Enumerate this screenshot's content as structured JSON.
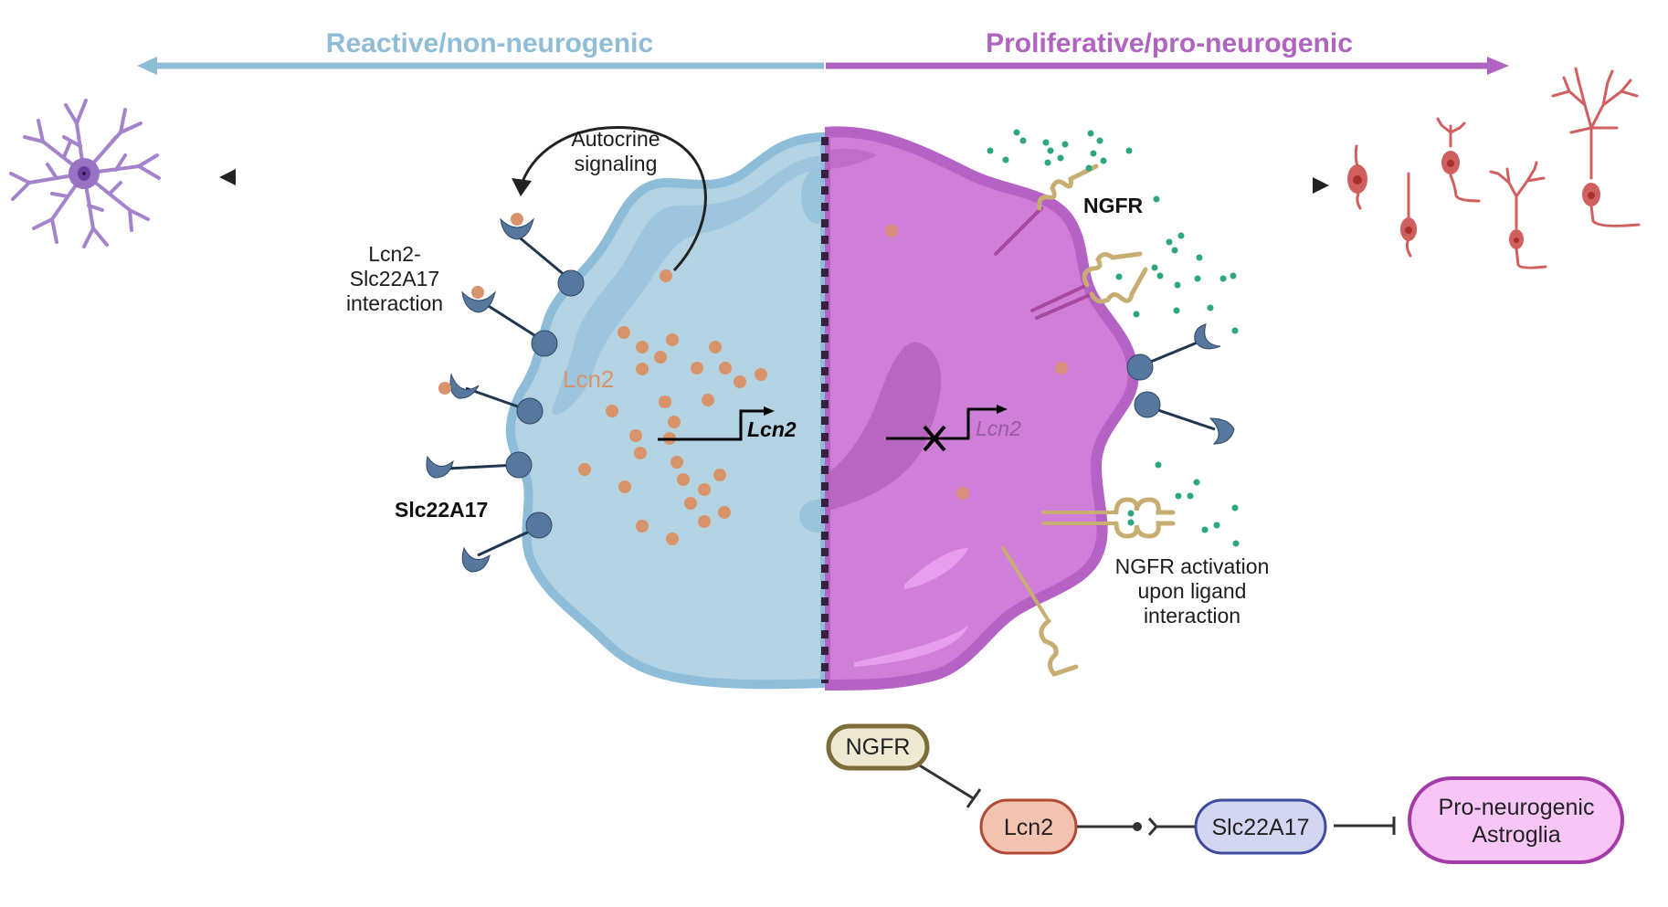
{
  "figure": {
    "axis": {
      "left_label": "Reactive/non-neurogenic",
      "right_label": "Proliferative/pro-neurogenic",
      "left_color": "#8fbcd6",
      "right_color": "#b063bf"
    },
    "left_cell": {
      "autocrine_label_line1": "Autocrine",
      "autocrine_label_line2": "signaling",
      "interaction_label_line1": "Lcn2-",
      "interaction_label_line2": "Slc22A17",
      "interaction_label_line3": "interaction",
      "receptor_label": "Slc22A17",
      "protein_label": "Lcn2",
      "gene_label": "Lcn2",
      "fill_color": "#b3d3e3",
      "membrane_color": "#8dbdd9",
      "protein_color": "#d9936a"
    },
    "right_cell": {
      "receptor_label": "NGFR",
      "activation_label_line1": "NGFR activation",
      "activation_label_line2": "upon ligand",
      "activation_label_line3": "interaction",
      "gene_label": "Lcn2",
      "fill_color": "#d07fd8",
      "membrane_color": "#b462c4",
      "ligand_color": "#2aa87a"
    },
    "outcomes": {
      "left": "astrocyte",
      "right": "neurons"
    },
    "pathway": {
      "nodes": [
        {
          "id": "ngfr",
          "label": "NGFR",
          "fill": "#efe8d2",
          "stroke": "#7d6d3a"
        },
        {
          "id": "lcn2",
          "label": "Lcn2",
          "fill": "#f2c3b1",
          "stroke": "#b04a34"
        },
        {
          "id": "slc",
          "label": "Slc22A17",
          "fill": "#d3d6f0",
          "stroke": "#3d4aa0"
        },
        {
          "id": "astro",
          "label_line1": "Pro-neurogenic",
          "label_line2": "Astroglia",
          "fill": "#f7c6f7",
          "stroke": "#a43ba8"
        }
      ],
      "edges": [
        {
          "from": "ngfr",
          "to": "lcn2",
          "type": "inhibition"
        },
        {
          "from": "lcn2",
          "to": "slc",
          "type": "binding"
        },
        {
          "from": "slc",
          "to": "astro",
          "type": "inhibition"
        }
      ]
    }
  }
}
